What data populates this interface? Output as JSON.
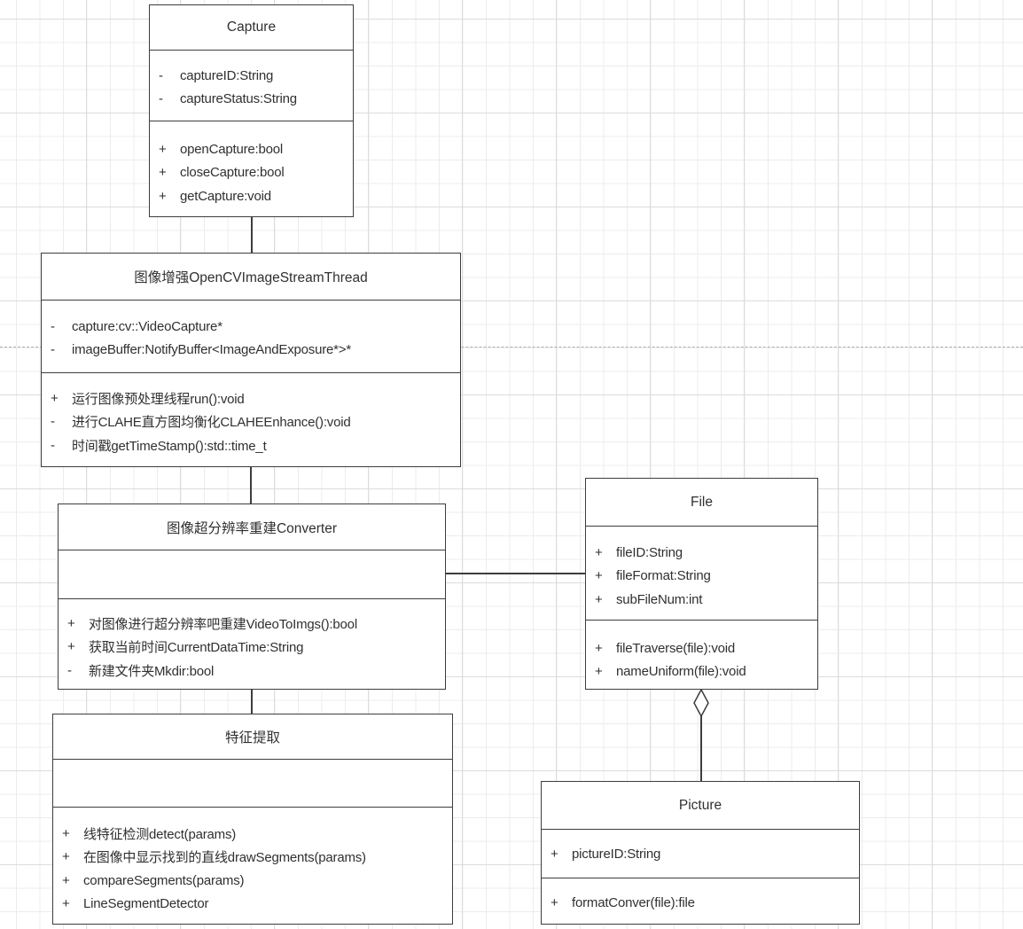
{
  "diagram": {
    "classes": [
      {
        "title": "Capture",
        "attributes": [
          {
            "vis": "-",
            "text": "captureID:String"
          },
          {
            "vis": "-",
            "text": "captureStatus:String"
          }
        ],
        "methods": [
          {
            "vis": "+",
            "text": "openCapture:bool"
          },
          {
            "vis": "+",
            "text": "closeCapture:bool"
          },
          {
            "vis": "+",
            "text": "getCapture:void"
          }
        ]
      },
      {
        "title": "图像增强OpenCVImageStreamThread",
        "attributes": [
          {
            "vis": "-",
            "text": "capture:cv::VideoCapture*"
          },
          {
            "vis": "-",
            "text": "imageBuffer:NotifyBuffer<ImageAndExposure*>*"
          }
        ],
        "methods": [
          {
            "vis": "+",
            "text": "运行图像预处理线程run():void"
          },
          {
            "vis": "-",
            "text": "进行CLAHE直方图均衡化CLAHEEnhance():void"
          },
          {
            "vis": "-",
            "text": "时间戳getTimeStamp():std::time_t"
          }
        ]
      },
      {
        "title": "图像超分辨率重建Converter",
        "attributes": [],
        "methods": [
          {
            "vis": "+",
            "text": "对图像进行超分辨率吧重建VideoToImgs():bool"
          },
          {
            "vis": "+",
            "text": "获取当前时间CurrentDataTime:String"
          },
          {
            "vis": "-",
            "text": "新建文件夹Mkdir:bool"
          }
        ]
      },
      {
        "title": "File",
        "attributes": [
          {
            "vis": "+",
            "text": "fileID:String"
          },
          {
            "vis": "+",
            "text": "fileFormat:String"
          },
          {
            "vis": "+",
            "text": "subFileNum:int"
          }
        ],
        "methods": [
          {
            "vis": "+",
            "text": "fileTraverse(file):void"
          },
          {
            "vis": "+",
            "text": "nameUniform(file):void"
          }
        ]
      },
      {
        "title": "特征提取",
        "attributes": [],
        "methods": [
          {
            "vis": "+",
            "text": "线特征检测detect(params)"
          },
          {
            "vis": "+",
            "text": "在图像中显示找到的直线drawSegments(params)"
          },
          {
            "vis": "+",
            "text": "compareSegments(params)"
          },
          {
            "vis": "+",
            "text": "LineSegmentDetector"
          }
        ]
      },
      {
        "title": "Picture",
        "attributes": [
          {
            "vis": "+",
            "text": "pictureID:String"
          }
        ],
        "methods": [
          {
            "vis": "+",
            "text": "formatConver(file):file"
          }
        ]
      }
    ],
    "connectors": [
      {
        "from": "Capture",
        "to": "图像增强OpenCVImageStreamThread",
        "type": "association"
      },
      {
        "from": "图像增强OpenCVImageStreamThread",
        "to": "图像超分辨率重建Converter",
        "type": "association"
      },
      {
        "from": "图像超分辨率重建Converter",
        "to": "File",
        "type": "association"
      },
      {
        "from": "图像超分辨率重建Converter",
        "to": "特征提取",
        "type": "association"
      },
      {
        "from": "File",
        "to": "Picture",
        "type": "aggregation"
      }
    ],
    "colors": {
      "stroke": "#3d3d3d",
      "text": "#303030",
      "grid_minor": "#ececec",
      "grid_major": "#dcdcdc",
      "page_divider": "#b0b0b0",
      "box_fill": "#ffffff"
    }
  }
}
